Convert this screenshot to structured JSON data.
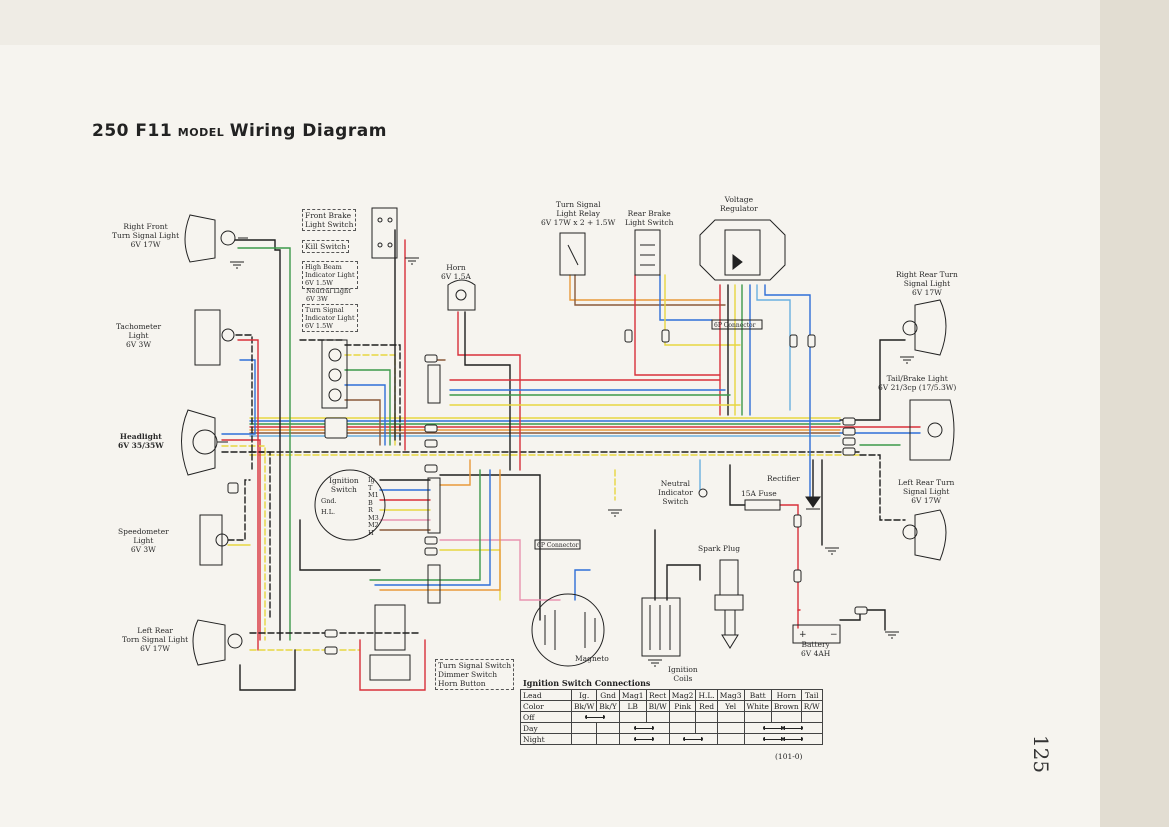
{
  "title": {
    "number": "250 F11",
    "model": "MODEL",
    "name": "Wiring  Diagram"
  },
  "page_number": "125",
  "wire_colors": {
    "black": "#1f1f1f",
    "red": "#d8303a",
    "yellow": "#e7d640",
    "blue": "#2f6fd8",
    "green": "#3c9a4a",
    "orange": "#e89a3a",
    "brown": "#8a5a3a",
    "light_blue": "#6ab0e0",
    "white": "#dddddd",
    "pink": "#e893b0"
  },
  "components": {
    "right_front_turn": "Right Front\nTurn Signal Light\n6V 17W",
    "tachometer": "Tachometer\nLight\n6V 3W",
    "headlight": "Headlight\n6V 35/35W",
    "speedometer": "Speedometer\nLight\n6V 3W",
    "left_rear_turn_left": "Left Rear\nTorn Signal Light\n6V 17W",
    "front_brake_switch": "Front Brake\nLight Switch",
    "kill_switch": "Kill Switch",
    "high_beam": "High Beam\nIndicator Light\n6V 1.5W",
    "neutral_light": "Neutral Light\n6V 3W",
    "turn_indicator": "Turn Signal\nIndicator Light\n6V 1.5W",
    "horn": "Horn\n6V 1.5A",
    "turn_relay": "Turn Signal\nLight Relay\n6V 17W x 2 + 1.5W",
    "rear_brake_switch": "Rear Brake\nLight Switch",
    "voltage_regulator": "Voltage\nRegulator",
    "connector_6p_top": "6P Connector",
    "right_rear_turn": "Right Rear Turn\nSignal Light\n6V 17W",
    "tail_brake": "Tail/Brake Light\n6V 21/3cp (17/5.3W)",
    "left_rear_turn_right": "Left Rear Turn\nSignal Light\n6V 17W",
    "ignition_switch": "Ignition\nSwitch",
    "neutral_indicator_switch": "Neutral\nIndicator\nSwitch",
    "rectifier": "Rectifier",
    "fuse": "15A Fuse",
    "connector_6p_mid": "6P Connector",
    "spark_plug": "Spark Plug",
    "magneto": "Magneto",
    "ignition_coils": "Ignition\nCoils",
    "battery": "Battery\n6V 4AH",
    "handlebar_switch": "Turn Signal Switch\nDimmer Switch\nHorn Button"
  },
  "ign_switch_terminals": [
    "Ig",
    "T",
    "M1",
    "B",
    "R",
    "M3",
    "M2",
    "H",
    "Gnd.",
    "H.L."
  ],
  "ignition_table": {
    "title": "Ignition Switch Connections",
    "header_label": "Lead",
    "leads": [
      "Ig.",
      "Gnd",
      "Mag1",
      "Rect",
      "Mag2",
      "H.L.",
      "Mag3",
      "Batt",
      "Horn",
      "Tail"
    ],
    "color_label": "Color",
    "colors": [
      "Bk/W",
      "Bk/Y",
      "LB",
      "Bl/W",
      "Pink",
      "Red",
      "Yel",
      "White",
      "Brown",
      "R/W"
    ],
    "positions": [
      "Off",
      "Day",
      "Night"
    ],
    "ref": "(101-0)"
  }
}
